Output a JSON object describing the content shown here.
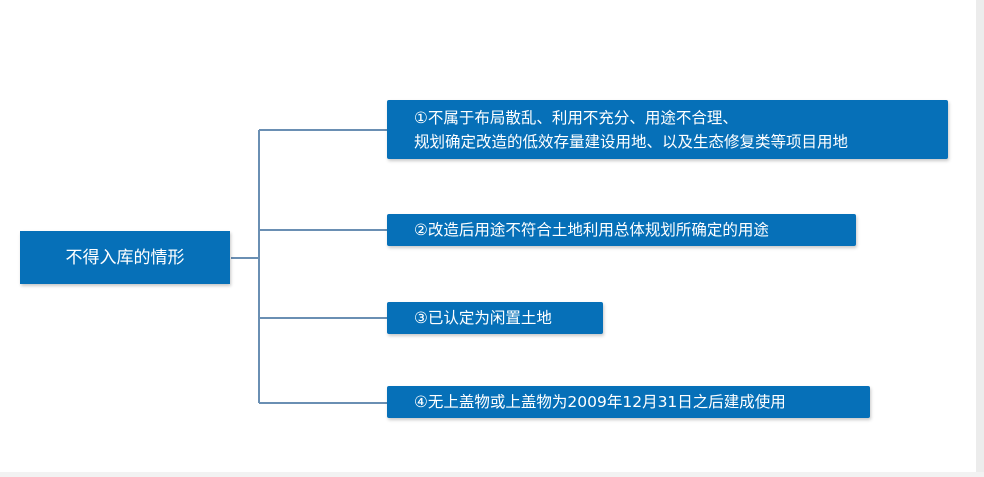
{
  "diagram": {
    "root": {
      "label": "不得入库的情形"
    },
    "items": [
      {
        "lines": [
          "①不属于布局散乱、利用不充分、用途不合理、",
          "规划确定改造的低效存量建设用地、以及生态修复类等项目用地"
        ]
      },
      {
        "lines": [
          "②改造后用途不符合土地利用总体规划所确定的用途"
        ]
      },
      {
        "lines": [
          "③已认定为闲置土地"
        ]
      },
      {
        "lines": [
          "④无上盖物或上盖物为2009年12月31日之后建成使用"
        ]
      }
    ]
  },
  "colors": {
    "box_fill": "#0670b8",
    "box_text": "#ffffff",
    "connector": "#6a8fb3",
    "background": "#ffffff"
  }
}
